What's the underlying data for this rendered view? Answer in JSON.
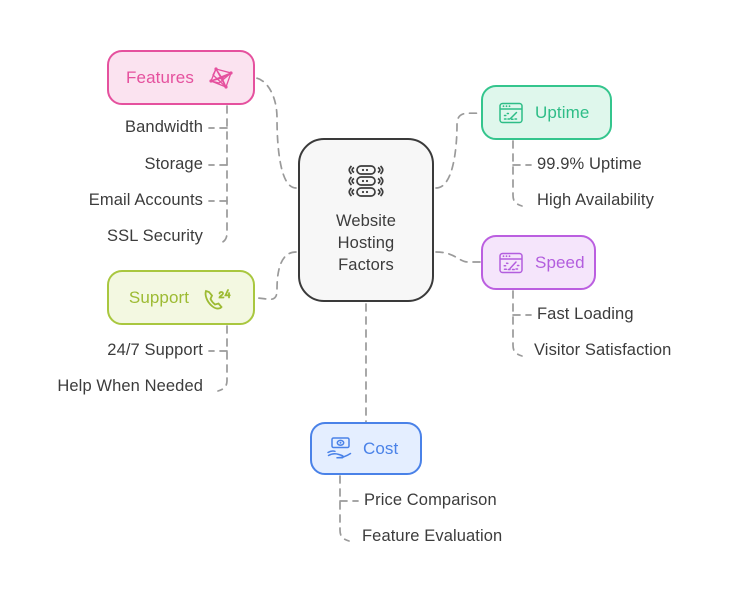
{
  "diagram": {
    "type": "mind-map",
    "background_color": "#ffffff",
    "connector_color": "#9a9a9a",
    "connector_style": "dashed",
    "center": {
      "label": "Website\nHosting\nFactors",
      "line1": "Website",
      "line2": "Hosting",
      "line3": "Factors",
      "icon": "server-stack-icon",
      "border_color": "#3a3a3a",
      "fill_color": "#f7f7f7"
    },
    "branches": [
      {
        "id": "features",
        "label": "Features",
        "icon": "network-graph-icon",
        "accent_color": "#e5519e",
        "fill_color": "#fbe3f0",
        "position": "top-left",
        "leaves": [
          "Bandwidth",
          "Storage",
          "Email Accounts",
          "SSL Security"
        ]
      },
      {
        "id": "uptime",
        "label": "Uptime",
        "icon": "browser-gauge-icon",
        "accent_color": "#2ebd87",
        "fill_color": "#dff7ec",
        "position": "top-right",
        "leaves": [
          "99.9% Uptime",
          "High Availability"
        ]
      },
      {
        "id": "speed",
        "label": "Speed",
        "icon": "browser-speedometer-icon",
        "accent_color": "#b35ede",
        "fill_color": "#f5e5fb",
        "position": "middle-right",
        "leaves": [
          "Fast Loading",
          "Visitor Satisfaction"
        ]
      },
      {
        "id": "support",
        "label": "Support",
        "icon": "phone-24-icon",
        "accent_color": "#9dbb33",
        "fill_color": "#f3f8e1",
        "position": "middle-left",
        "leaves": [
          "24/7 Support",
          "Help When Needed"
        ]
      },
      {
        "id": "cost",
        "label": "Cost",
        "icon": "money-hand-icon",
        "accent_color": "#4a82e8",
        "fill_color": "#e4eeff",
        "position": "bottom",
        "leaves": [
          "Price Comparison",
          "Feature Evaluation"
        ]
      }
    ]
  }
}
